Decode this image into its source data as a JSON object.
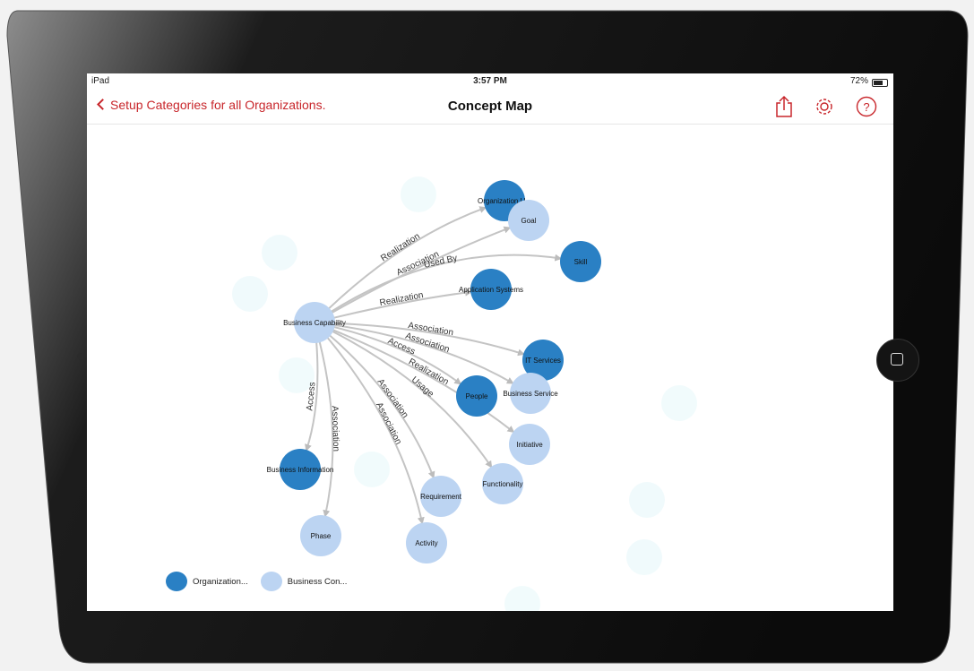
{
  "status_bar": {
    "carrier": "iPad",
    "time": "3:57 PM",
    "battery": "72%",
    "battery_fraction": 0.72
  },
  "nav": {
    "back_label": "Setup Categories for all Organizations.",
    "title": "Concept Map"
  },
  "colors": {
    "accent": "#c8262b",
    "organization": "#2a80c4",
    "business_concept": "#bcd4f2",
    "edge": "#c4c4c4"
  },
  "icons": {
    "back": "chevron-left-icon",
    "share": "share-icon",
    "settings": "gear-icon",
    "help": "question-icon"
  },
  "graph": {
    "hub": "Business Capability",
    "nodes": [
      {
        "id": "bcap",
        "label": "Business Capability",
        "type": "business_concept"
      },
      {
        "id": "org",
        "label": "Organization U...",
        "type": "organization"
      },
      {
        "id": "goal",
        "label": "Goal",
        "type": "business_concept"
      },
      {
        "id": "skill",
        "label": "Skill",
        "type": "organization"
      },
      {
        "id": "apps",
        "label": "Application Systems",
        "type": "organization"
      },
      {
        "id": "its",
        "label": "IT Services",
        "type": "organization"
      },
      {
        "id": "people",
        "label": "People",
        "type": "organization"
      },
      {
        "id": "bsvc",
        "label": "Business Service",
        "type": "business_concept"
      },
      {
        "id": "init",
        "label": "Initiative",
        "type": "business_concept"
      },
      {
        "id": "func",
        "label": "Functionality",
        "type": "business_concept"
      },
      {
        "id": "binfo",
        "label": "Business Information",
        "type": "organization"
      },
      {
        "id": "req",
        "label": "Requirement",
        "type": "business_concept"
      },
      {
        "id": "phase",
        "label": "Phase",
        "type": "business_concept"
      },
      {
        "id": "act",
        "label": "Activity",
        "type": "business_concept"
      }
    ],
    "edges": [
      {
        "to": "skill",
        "label": "Used By"
      },
      {
        "to": "org",
        "label": "Realization"
      },
      {
        "to": "goal",
        "label": "Association"
      },
      {
        "to": "apps",
        "label": "Realization"
      },
      {
        "to": "its",
        "label": "Association"
      },
      {
        "to": "people",
        "label": "Access"
      },
      {
        "to": "bsvc",
        "label": "Association"
      },
      {
        "to": "init",
        "label": "Realization"
      },
      {
        "to": "func",
        "label": "Usage"
      },
      {
        "to": "binfo",
        "label": "Access"
      },
      {
        "to": "phase",
        "label": "Association"
      },
      {
        "to": "req",
        "label": "Association"
      },
      {
        "to": "act",
        "label": "Association"
      }
    ]
  },
  "legend": [
    {
      "label": "Organization...",
      "type": "organization"
    },
    {
      "label": "Business Con...",
      "type": "business_concept"
    }
  ]
}
